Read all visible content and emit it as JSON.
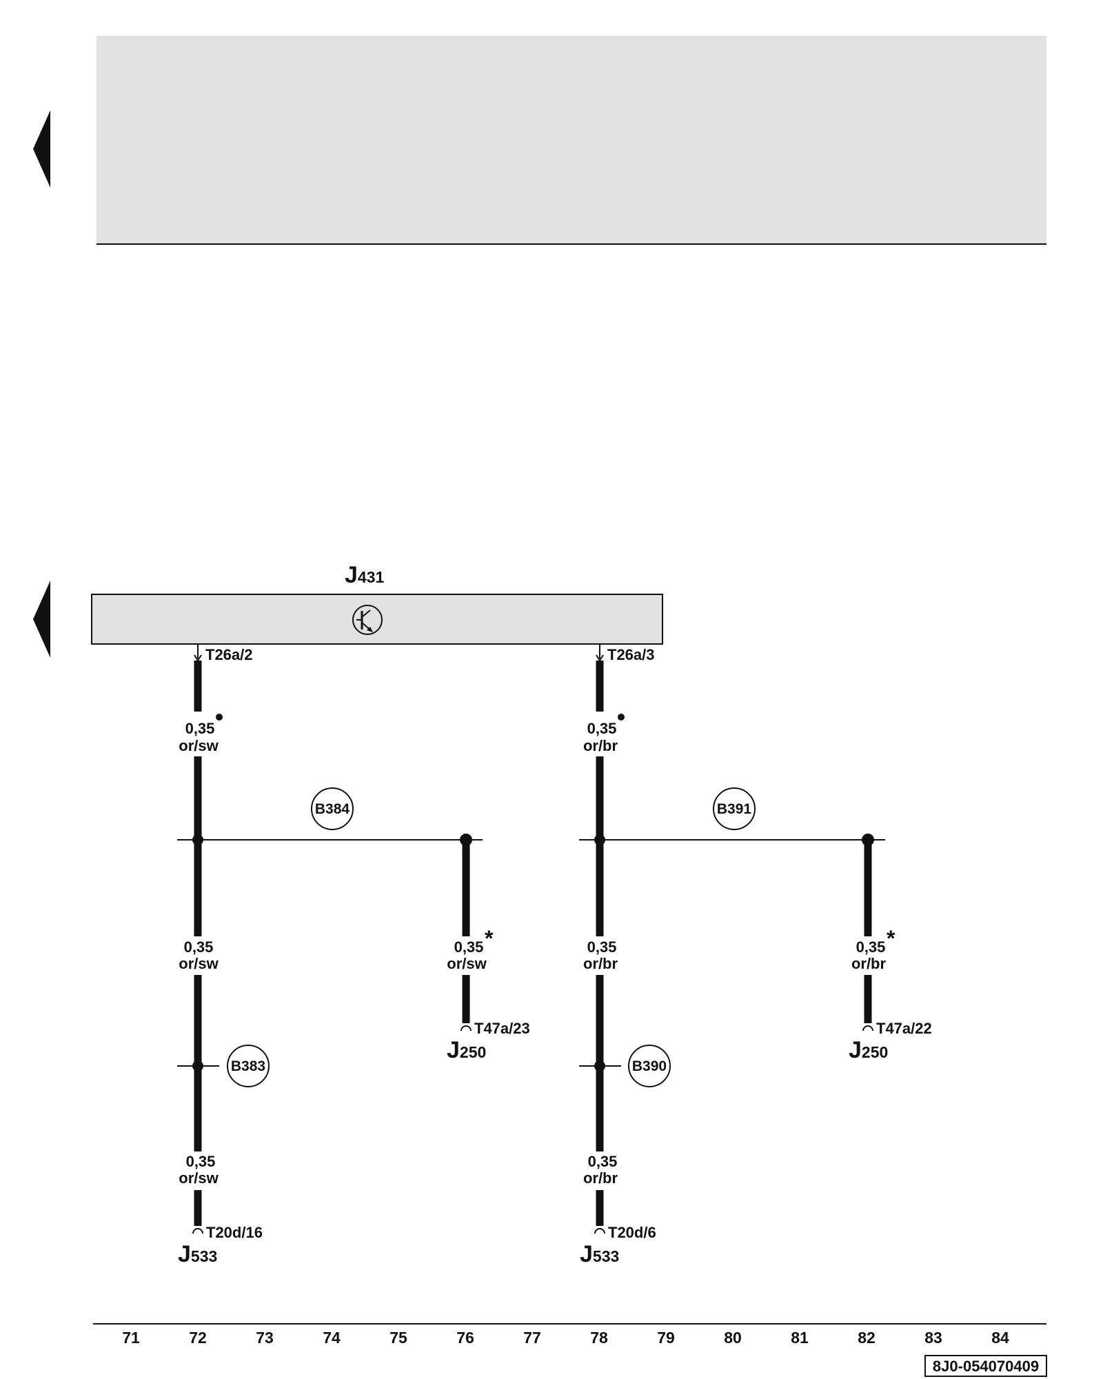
{
  "components": {
    "J431": {
      "name": "J",
      "sub": "431"
    },
    "J533": {
      "name": "J",
      "sub": "533"
    },
    "J250": {
      "name": "J",
      "sub": "250"
    }
  },
  "connectors": {
    "t26a_2": "T26a/2",
    "t26a_3": "T26a/3",
    "t47a_23": "T47a/23",
    "t47a_22": "T47a/22",
    "t20d_16": "T20d/16",
    "t20d_6": "T20d/6"
  },
  "wires": {
    "left_top": {
      "size": "0,35",
      "color": "or/sw"
    },
    "right_top": {
      "size": "0,35",
      "color": "or/br"
    },
    "left_mid": {
      "size": "0,35",
      "color": "or/sw"
    },
    "branch_left": {
      "size": "0,35",
      "color": "or/sw"
    },
    "right_mid": {
      "size": "0,35",
      "color": "or/br"
    },
    "branch_right": {
      "size": "0,35",
      "color": "or/br"
    },
    "left_bottom": {
      "size": "0,35",
      "color": "or/sw"
    },
    "right_bottom": {
      "size": "0,35",
      "color": "or/br"
    }
  },
  "markers": {
    "star": "*"
  },
  "connections": {
    "B384": "B384",
    "B391": "B391",
    "B383": "B383",
    "B390": "B390"
  },
  "current_tracks": [
    "71",
    "72",
    "73",
    "74",
    "75",
    "76",
    "77",
    "78",
    "79",
    "80",
    "81",
    "82",
    "83",
    "84"
  ],
  "document_code": "8J0-054070409",
  "colors": {
    "panel": "#e1e1e1",
    "ink": "#111111"
  },
  "icons": [
    "page-left-arrow-icon",
    "transistor-symbol-icon"
  ]
}
